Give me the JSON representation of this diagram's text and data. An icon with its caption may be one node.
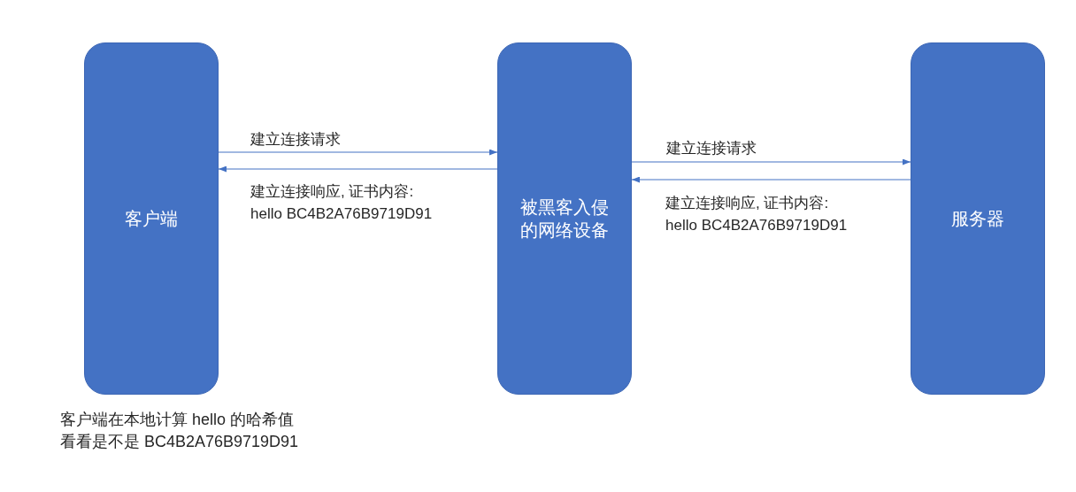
{
  "diagram": {
    "nodes": [
      {
        "text": [
          "客户端"
        ],
        "beside": [
          "客户端在本地计算 hello 的哈希值看看是不是 BC4B2A76B9719D91"
        ]
      },
      {
        "text": [
          "被黑客入侵的网络设备"
        ]
      },
      {
        "text": [
          "服务器"
        ]
      }
    ],
    "edges": [
      {
        "from": 0,
        "to": 1,
        "arrow": "to",
        "label": "建立连接请求"
      },
      {
        "from": 1,
        "to": 0,
        "arrow": "to",
        "label": "建立连接响应, 证书内容: hello BC4B2A76B9719D91"
      },
      {
        "from": 1,
        "to": 2,
        "arrow": "to",
        "label": "建立连接请求"
      },
      {
        "from": 2,
        "to": 1,
        "arrow": "to",
        "label": "建立连接响应, 证书内容: hello BC4B2A76B9719D91"
      }
    ]
  }
}
